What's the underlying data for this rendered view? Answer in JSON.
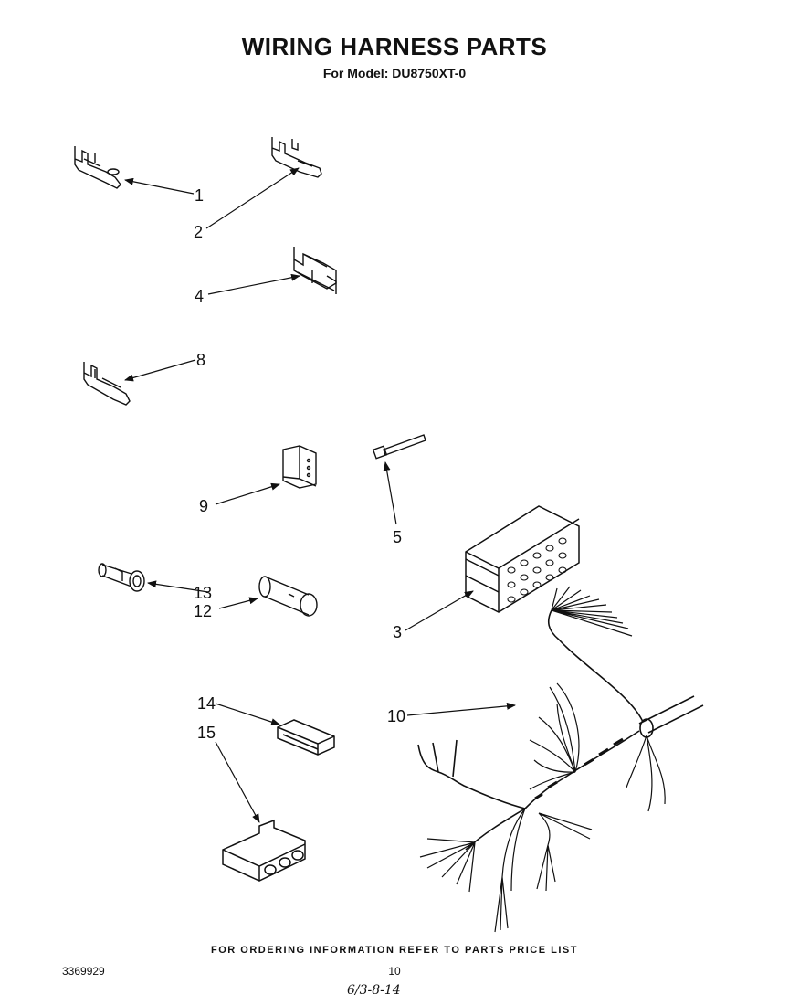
{
  "page": {
    "title": "WIRING HARNESS PARTS",
    "subtitle": "For Model: DU8750XT-0",
    "footer": "FOR ORDERING INFORMATION REFER TO PARTS PRICE LIST",
    "doc_number": "3369929",
    "page_number": "10",
    "handwritten_note": "6/3-8-14"
  },
  "callouts": [
    {
      "id": "c1",
      "label": "1"
    },
    {
      "id": "c2",
      "label": "2"
    },
    {
      "id": "c4",
      "label": "4"
    },
    {
      "id": "c8",
      "label": "8"
    },
    {
      "id": "c9",
      "label": "9"
    },
    {
      "id": "c5",
      "label": "5"
    },
    {
      "id": "c13",
      "label": "13"
    },
    {
      "id": "c12",
      "label": "12"
    },
    {
      "id": "c3",
      "label": "3"
    },
    {
      "id": "c10",
      "label": "10"
    },
    {
      "id": "c14",
      "label": "14"
    },
    {
      "id": "c15",
      "label": "15"
    }
  ]
}
